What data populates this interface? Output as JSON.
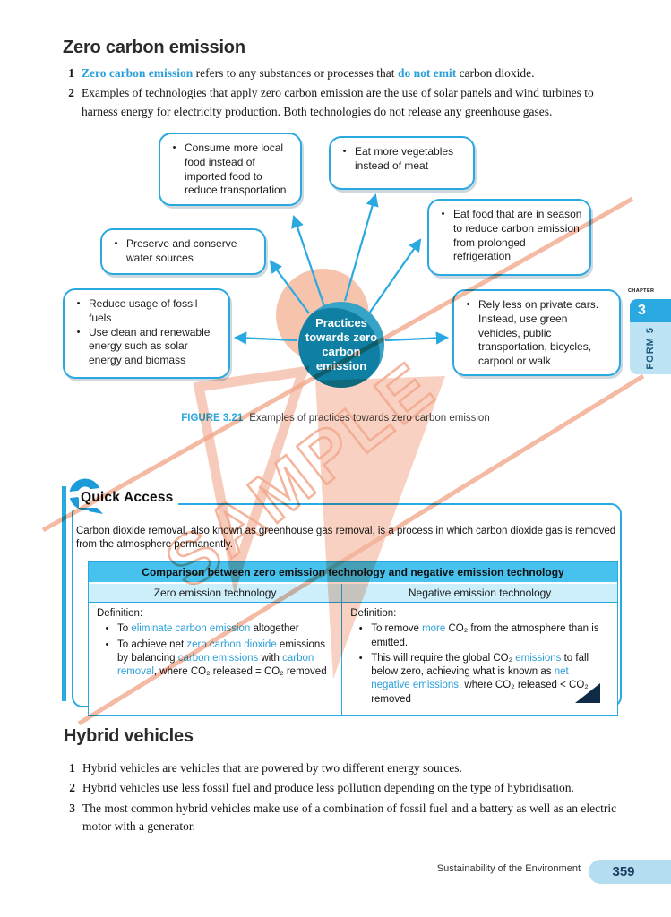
{
  "colors": {
    "accent": "#2aa9e1",
    "highlight": "#2b9fd9",
    "center_circle": "#0f7fa3",
    "watermark": "#f2a98e",
    "table_header_bg": "#47c2ee",
    "table_subheader_bg": "#cdeefb",
    "chapter_tab_bg": "#2aa9e1",
    "form_tab_bg": "#bee3f4",
    "page_pill_bg": "#b5ddf1",
    "dogear": "#0e2a44"
  },
  "icons": {
    "quick_access_logo": "q-arrows-icon"
  },
  "zero_section": {
    "title": "Zero carbon emission",
    "items": [
      {
        "num": "1",
        "segments": [
          {
            "t": "Zero carbon emission",
            "c": true
          },
          {
            "t": " refers to any substances or processes that "
          },
          {
            "t": "do not emit",
            "c": true
          },
          {
            "t": " carbon dioxide."
          }
        ]
      },
      {
        "num": "2",
        "segments": [
          {
            "t": "Examples of technologies that apply zero carbon emission are the use of solar panels and wind turbines to harness energy for electricity production. Both technologies do not release any greenhouse gases."
          }
        ]
      }
    ]
  },
  "mindmap": {
    "center": "Practices towards zero carbon emission",
    "bubbles": [
      {
        "bullets": [
          "Consume more local food instead of imported food to reduce transportation"
        ]
      },
      {
        "bullets": [
          "Eat more vegetables instead of meat"
        ]
      },
      {
        "bullets": [
          "Eat food that are in season to reduce carbon emission from prolonged refrigeration"
        ]
      },
      {
        "bullets": [
          "Preserve and conserve water sources"
        ]
      },
      {
        "bullets": [
          "Reduce usage of fossil fuels",
          "Use clean and renewable energy such as solar energy and biomass"
        ]
      },
      {
        "bullets": [
          "Rely less on private cars. Instead, use green vehicles, public transportation, bicycles, carpool or walk"
        ]
      }
    ]
  },
  "figure": {
    "label": "FIGURE 3.21",
    "text": "Examples of practices towards zero carbon emission"
  },
  "quick_access": {
    "title": "Quick Access",
    "intro": "Carbon dioxide removal, also known as greenhouse gas removal, is a process in which carbon dioxide gas is removed from the atmosphere permanently.",
    "table": {
      "header": "Comparison between zero emission technology and negative emission technology",
      "columns": [
        "Zero emission technology",
        "Negative emission technology"
      ],
      "left": {
        "label": "Definition:",
        "bullets": [
          [
            {
              "t": "To "
            },
            {
              "t": "eliminate carbon emission",
              "c": true
            },
            {
              "t": " altogether"
            }
          ],
          [
            {
              "t": "To achieve net "
            },
            {
              "t": "zero carbon dioxide",
              "c": true
            },
            {
              "t": " emissions by balancing "
            },
            {
              "t": "carbon emissions",
              "c": true
            },
            {
              "t": " with "
            },
            {
              "t": "carbon removal",
              "c": true
            },
            {
              "t": ", where CO₂ released = CO₂ removed"
            }
          ]
        ]
      },
      "right": {
        "label": "Definition:",
        "bullets": [
          [
            {
              "t": "To remove "
            },
            {
              "t": "more",
              "c": true
            },
            {
              "t": " CO₂ from the atmosphere than is emitted."
            }
          ],
          [
            {
              "t": "This will require the global CO₂ "
            },
            {
              "t": "emissions",
              "c": true
            },
            {
              "t": " to fall below zero, achieving what is known as "
            },
            {
              "t": "net negative emissions",
              "c": true
            },
            {
              "t": ", where CO₂ released < CO₂ removed"
            }
          ]
        ]
      }
    }
  },
  "hybrid_section": {
    "title": "Hybrid vehicles",
    "items": [
      {
        "num": "1",
        "text": "Hybrid vehicles are vehicles that are powered by two different energy sources."
      },
      {
        "num": "2",
        "text": "Hybrid vehicles use less fossil fuel and produce less pollution depending on the type of hybridisation."
      },
      {
        "num": "3",
        "text": "The most common hybrid vehicles make use of a combination of fossil fuel and a battery as well as an electric motor with a generator."
      }
    ]
  },
  "side_tab": {
    "chapter_label": "CHAPTER",
    "chapter_number": "3",
    "form_label": "FORM 5"
  },
  "footer": {
    "section": "Sustainability of the Environment",
    "page_number": "359"
  },
  "watermark": {
    "text": "SAMPLE"
  }
}
